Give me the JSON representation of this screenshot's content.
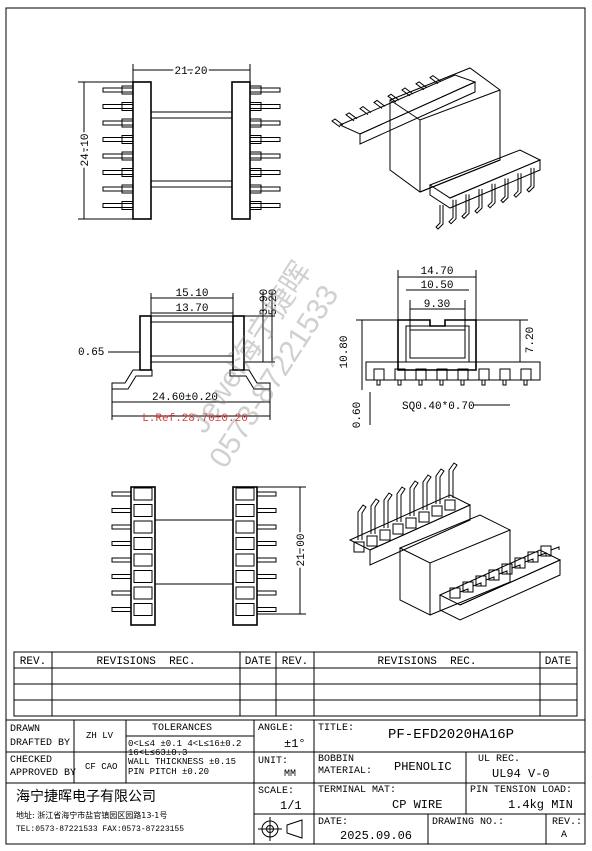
{
  "dimensions": {
    "top_width": "21.20",
    "top_height": "24.10",
    "side_w1": "15.10",
    "side_w2": "13.70",
    "side_h1": "3.90",
    "side_h2": "5.20",
    "side_left": "0.65",
    "side_span": "24.60±0.20",
    "side_ref": "L:Ref.28.70±0.20",
    "front_w1": "14.70",
    "front_w2": "10.50",
    "front_w3": "9.30",
    "front_h_left": "10.80",
    "front_h_right": "7.20",
    "front_pin_h": "0.60",
    "front_pin": "SQ0.40*0.70",
    "bottom_h": "21.00"
  },
  "watermark": {
    "line1": "Jewel海宁捷晖",
    "line2": "0573-87221533"
  },
  "revisions": {
    "headers": [
      "REV.",
      "REVISIONS  REC.",
      "DATE",
      "REV.",
      "REVISIONS  REC.",
      "DATE"
    ]
  },
  "title_block": {
    "drawn_label": "DRAWN",
    "drafted_label": "DRAFTED BY",
    "drafted_value": "ZH LV",
    "tolerances_label": "TOLERANCES",
    "tol_line1": "0<L≤4 ±0.1 4<L≤16±0.2",
    "tol_line2": "16<L≤63±0.3",
    "tol_line3": "WALL THICKNESS ±0.15",
    "tol_line4": "PIN PITCH ±0.20",
    "angle_label": "ANGLE:",
    "angle_value": "±1°",
    "title_label": "TITLE:",
    "title_value": "PF-EFD2020HA16P",
    "checked_label": "CHECKED",
    "approved_label": "APPROVED BY",
    "approved_value": "CF CAO",
    "unit_label": "UNIT:",
    "unit_value": "MM",
    "bobbin_label1": "BOBBIN",
    "bobbin_label2": "MATERIAL:",
    "bobbin_value": "PHENOLIC",
    "ul_label": "UL REC.",
    "ul_value": "UL94 V-0",
    "company": "海宁捷晖电子有限公司",
    "address": "地址: 浙江省海宁市盐官镇园区园路13-1号",
    "contact": "TEL:0573-87221533 FAX:0573-87223155",
    "scale_label": "SCALE:",
    "scale_value": "1/1",
    "terminal_label": "TERMINAL MAT:",
    "terminal_value": "CP WIRE",
    "pin_tension_label": "PIN TENSION LOAD:",
    "pin_tension_value": "1.4kg MIN",
    "date_label": "DATE:",
    "date_value": "2025.09.06",
    "drawing_no_label": "DRAWING NO.:",
    "rev_label": "REV.:",
    "rev_value": "A"
  }
}
